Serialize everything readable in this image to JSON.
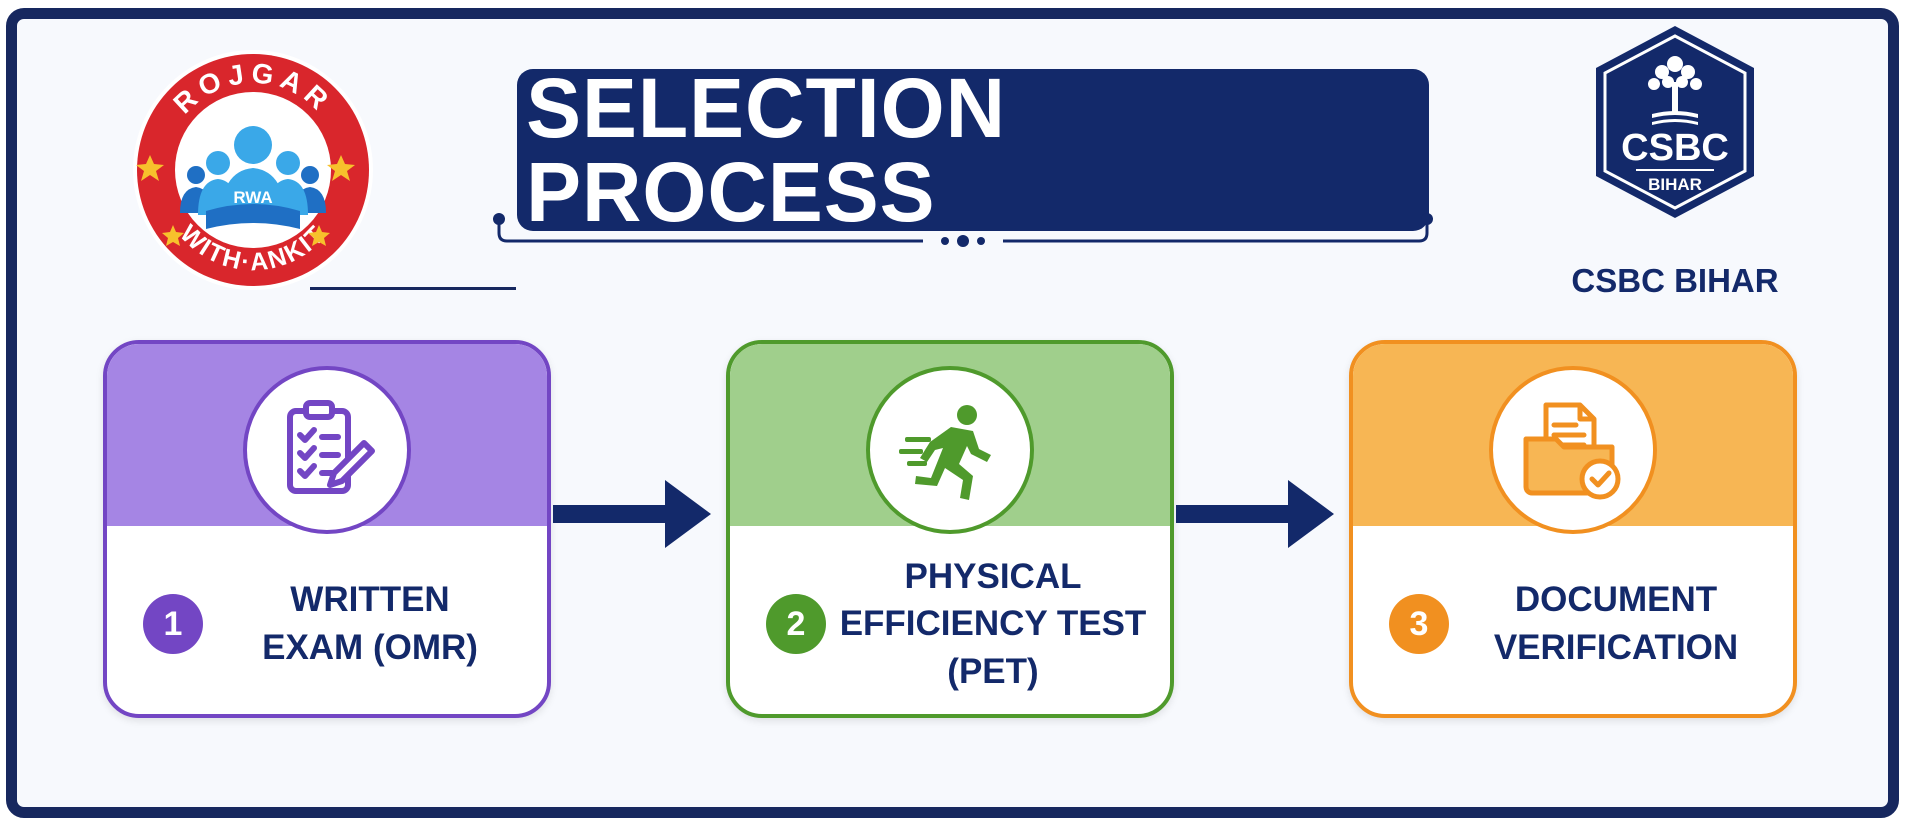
{
  "title": "SELECTION PROCESS",
  "logo_left": {
    "top_arc_text": "ROJGAR",
    "bottom_arc_text": "WITH·ANKIT",
    "center_text": "RWA",
    "colors": {
      "ring": "#d9262c",
      "people": "#3aa8e8",
      "people_dark": "#1f6fc4"
    }
  },
  "logo_right": {
    "badge_text": "CSBC",
    "badge_subtext": "BIHAR",
    "caption": "CSBC BIHAR",
    "color": "#13296a"
  },
  "steps": [
    {
      "number": "1",
      "label": "WRITTEN EXAM (OMR)",
      "icon": "clipboard-checklist-pencil-icon",
      "color": "#7346c4",
      "light": "#a585e4"
    },
    {
      "number": "2",
      "label": "PHYSICAL EFFICIENCY TEST (PET)",
      "icon": "running-person-icon",
      "color": "#4f9a2c",
      "light": "#a0cf8c"
    },
    {
      "number": "3",
      "label": "DOCUMENT VERIFICATION",
      "icon": "folder-document-check-icon",
      "color": "#f19020",
      "light": "#f7b654"
    }
  ],
  "arrow_icon": "right-arrow-icon",
  "colors": {
    "frame": "#17285f",
    "title_bg": "#13296a",
    "text": "#13296a",
    "background": "#f7f9fd"
  }
}
